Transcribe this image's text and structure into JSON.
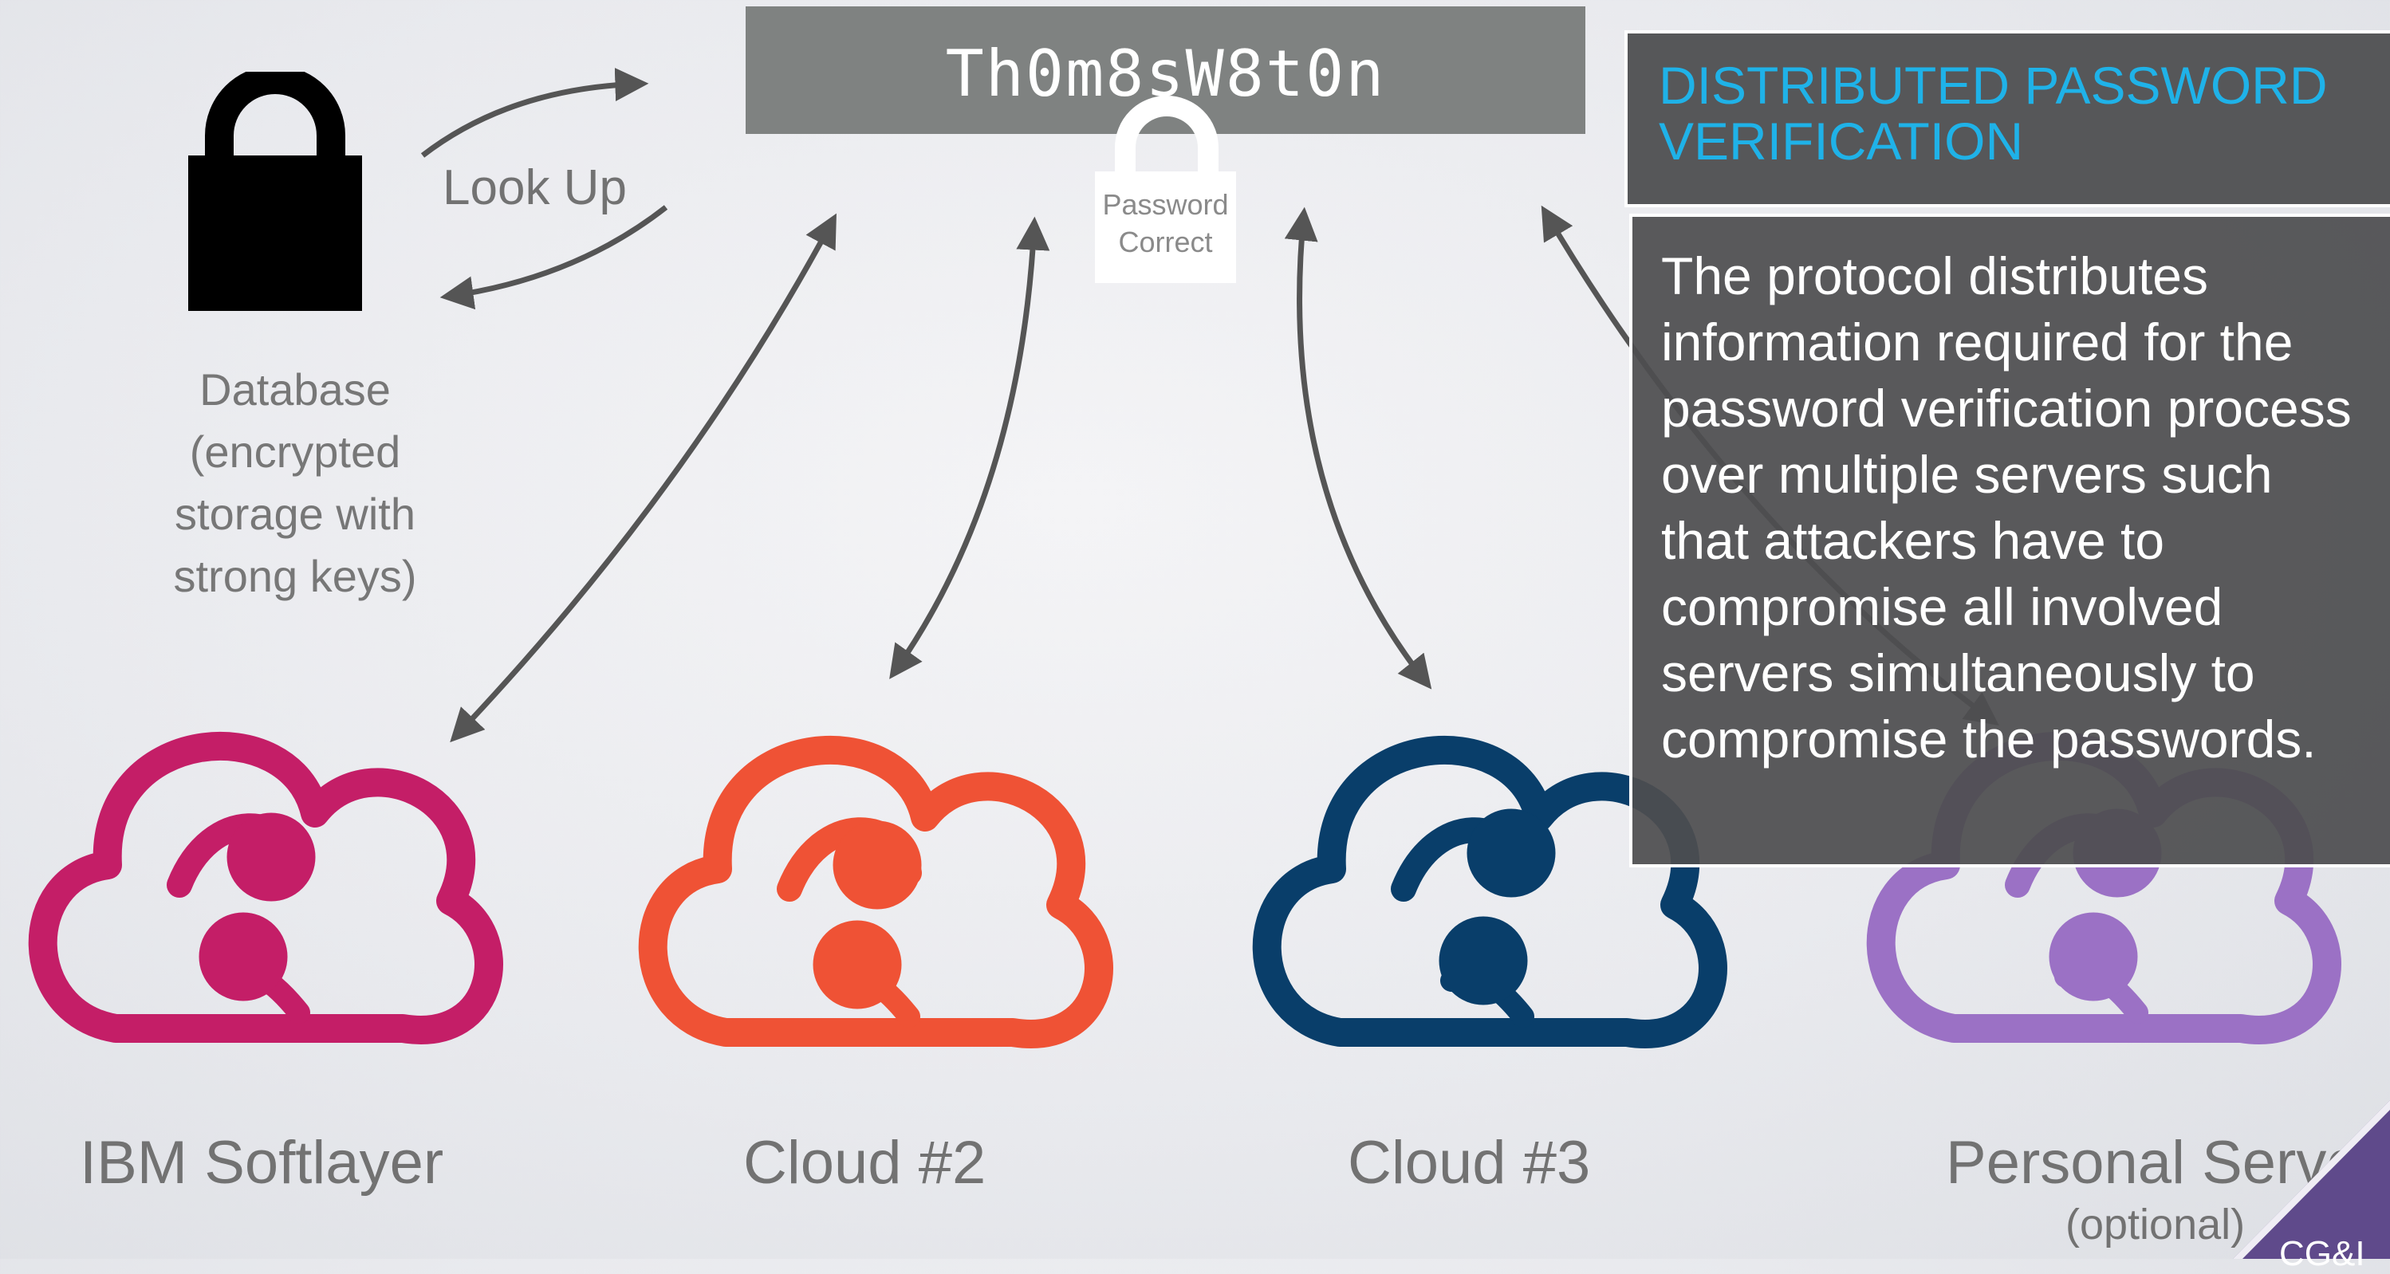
{
  "password": {
    "text": "Th0m8sW8t0n"
  },
  "badge": {
    "line1": "Password",
    "line2": "Correct"
  },
  "lookup": {
    "label": "Look Up"
  },
  "database": {
    "line1": "Database",
    "line2": "(encrypted",
    "line3": "storage with",
    "line4": "strong keys)"
  },
  "clouds": [
    {
      "label": "IBM Softlayer",
      "color": "#c41e67",
      "icon": "cloud-icon"
    },
    {
      "label": "Cloud #2",
      "color": "#ef5235",
      "icon": "cloud-icon"
    },
    {
      "label": "Cloud #3",
      "color": "#093e6a",
      "icon": "cloud-icon"
    },
    {
      "label": "Personal Serve",
      "color": "#9b71c5",
      "icon": "cloud-icon"
    }
  ],
  "optional_label": "(optional)",
  "panel": {
    "title": "DISTRIBUTED PASSWORD VERIFICATION",
    "title_color": "#1fb2e8",
    "body": "The protocol distributes information required for the password verification process over multiple servers such that attackers have to compromise all involved servers simultaneously to compromise the passwords."
  },
  "corner": {
    "text": "CG&I",
    "color": "#5f4a8b"
  },
  "colors": {
    "arrow": "#555555",
    "background": "#eceef2"
  }
}
